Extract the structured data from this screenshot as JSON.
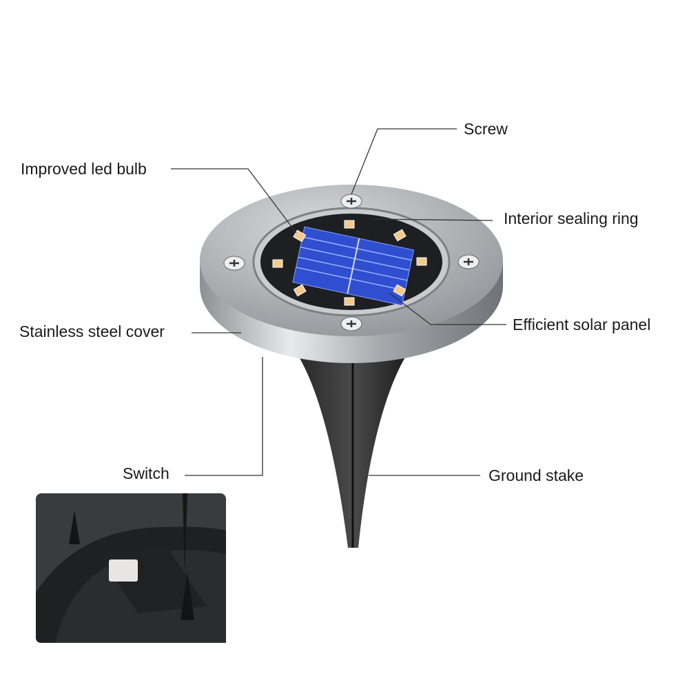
{
  "labels": {
    "screw": "Screw",
    "led_bulb": "Improved led bulb",
    "sealing_ring": "Interior sealing ring",
    "steel_cover": "Stainless steel cover",
    "solar_panel": "Efficient solar panel",
    "switch": "Switch",
    "ground_stake": "Ground stake"
  },
  "colors": {
    "leader_line": "#333333",
    "steel": "#b9bcc0",
    "panel_blue": "#2f4fd0",
    "led": "#f3c98b"
  }
}
